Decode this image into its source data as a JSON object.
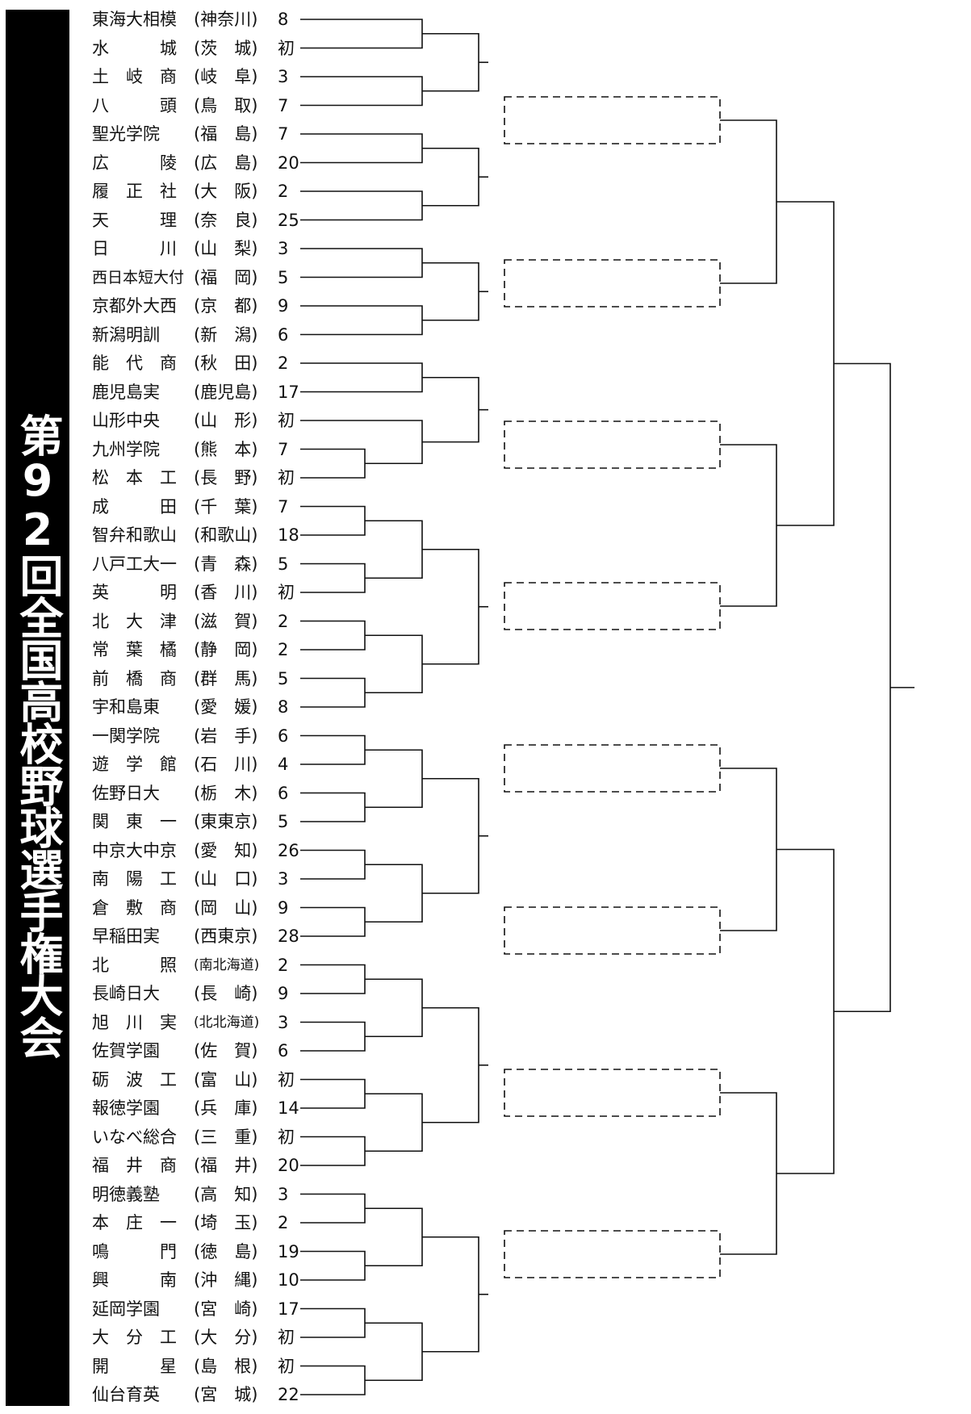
{
  "title": "第92回全国高校野球選手権大会",
  "teams": [
    {
      "school": "東海大相模",
      "prefecture": "(神奈川)",
      "appearances": "8"
    },
    {
      "school": "水　　　城",
      "prefecture": "(茨　城)",
      "appearances": "初"
    },
    {
      "school": "土　岐　商",
      "prefecture": "(岐　阜)",
      "appearances": "3"
    },
    {
      "school": "八　　　頭",
      "prefecture": "(鳥　取)",
      "appearances": "7"
    },
    {
      "school": "聖光学院",
      "prefecture": "(福　島)",
      "appearances": "7"
    },
    {
      "school": "広　　　陵",
      "prefecture": "(広　島)",
      "appearances": "20"
    },
    {
      "school": "履　正　社",
      "prefecture": "(大　阪)",
      "appearances": "2"
    },
    {
      "school": "天　　　理",
      "prefecture": "(奈　良)",
      "appearances": "25"
    },
    {
      "school": "日　　　川",
      "prefecture": "(山　梨)",
      "appearances": "3"
    },
    {
      "school": "西日本短大付",
      "prefecture": "(福　岡)",
      "appearances": "5"
    },
    {
      "school": "京都外大西",
      "prefecture": "(京　都)",
      "appearances": "9"
    },
    {
      "school": "新潟明訓",
      "prefecture": "(新　潟)",
      "appearances": "6"
    },
    {
      "school": "能　代　商",
      "prefecture": "(秋　田)",
      "appearances": "2"
    },
    {
      "school": "鹿児島実",
      "prefecture": "(鹿児島)",
      "appearances": "17"
    },
    {
      "school": "山形中央",
      "prefecture": "(山　形)",
      "appearances": "初"
    },
    {
      "school": "九州学院",
      "prefecture": "(熊　本)",
      "appearances": "7"
    },
    {
      "school": "松　本　工",
      "prefecture": "(長　野)",
      "appearances": "初"
    },
    {
      "school": "成　　　田",
      "prefecture": "(千　葉)",
      "appearances": "7"
    },
    {
      "school": "智弁和歌山",
      "prefecture": "(和歌山)",
      "appearances": "18"
    },
    {
      "school": "八戸工大一",
      "prefecture": "(青　森)",
      "appearances": "5"
    },
    {
      "school": "英　　　明",
      "prefecture": "(香　川)",
      "appearances": "初"
    },
    {
      "school": "北　大　津",
      "prefecture": "(滋　賀)",
      "appearances": "2"
    },
    {
      "school": "常　葉　橘",
      "prefecture": "(静　岡)",
      "appearances": "2"
    },
    {
      "school": "前　橋　商",
      "prefecture": "(群　馬)",
      "appearances": "5"
    },
    {
      "school": "宇和島東",
      "prefecture": "(愛　媛)",
      "appearances": "8"
    },
    {
      "school": "一関学院",
      "prefecture": "(岩　手)",
      "appearances": "6"
    },
    {
      "school": "遊　学　館",
      "prefecture": "(石　川)",
      "appearances": "4"
    },
    {
      "school": "佐野日大",
      "prefecture": "(栃　木)",
      "appearances": "6"
    },
    {
      "school": "関　東　一",
      "prefecture": "(東東京)",
      "appearances": "5"
    },
    {
      "school": "中京大中京",
      "prefecture": "(愛　知)",
      "appearances": "26"
    },
    {
      "school": "南　陽　工",
      "prefecture": "(山　口)",
      "appearances": "3"
    },
    {
      "school": "倉　敷　商",
      "prefecture": "(岡　山)",
      "appearances": "9"
    },
    {
      "school": "早稲田実",
      "prefecture": "(西東京)",
      "appearances": "28"
    },
    {
      "school": "北　　　照",
      "prefecture": "(南北海道)",
      "appearances": "2"
    },
    {
      "school": "長崎日大",
      "prefecture": "(長　崎)",
      "appearances": "9"
    },
    {
      "school": "旭　川　実",
      "prefecture": "(北北海道)",
      "appearances": "3"
    },
    {
      "school": "佐賀学園",
      "prefecture": "(佐　賀)",
      "appearances": "6"
    },
    {
      "school": "砺　波　工",
      "prefecture": "(富　山)",
      "appearances": "初"
    },
    {
      "school": "報徳学園",
      "prefecture": "(兵　庫)",
      "appearances": "14"
    },
    {
      "school": "いなべ総合",
      "prefecture": "(三　重)",
      "appearances": "初"
    },
    {
      "school": "福　井　商",
      "prefecture": "(福　井)",
      "appearances": "20"
    },
    {
      "school": "明徳義塾",
      "prefecture": "(高　知)",
      "appearances": "3"
    },
    {
      "school": "本　庄　一",
      "prefecture": "(埼　玉)",
      "appearances": "2"
    },
    {
      "school": "鳴　　　門",
      "prefecture": "(徳　島)",
      "appearances": "19"
    },
    {
      "school": "興　　　南",
      "prefecture": "(沖　縄)",
      "appearances": "10"
    },
    {
      "school": "延岡学園",
      "prefecture": "(宮　崎)",
      "appearances": "17"
    },
    {
      "school": "大　分　工",
      "prefecture": "(大　分)",
      "appearances": "初"
    },
    {
      "school": "開　　　星",
      "prefecture": "(島　根)",
      "appearances": "初"
    },
    {
      "school": "仙台育英",
      "prefecture": "(宮　城)",
      "appearances": "22"
    }
  ],
  "colors": {
    "background": "#ffffff",
    "text": "#111111",
    "title_bg": "#000000",
    "title_text": "#ffffff",
    "line": "#111111"
  }
}
